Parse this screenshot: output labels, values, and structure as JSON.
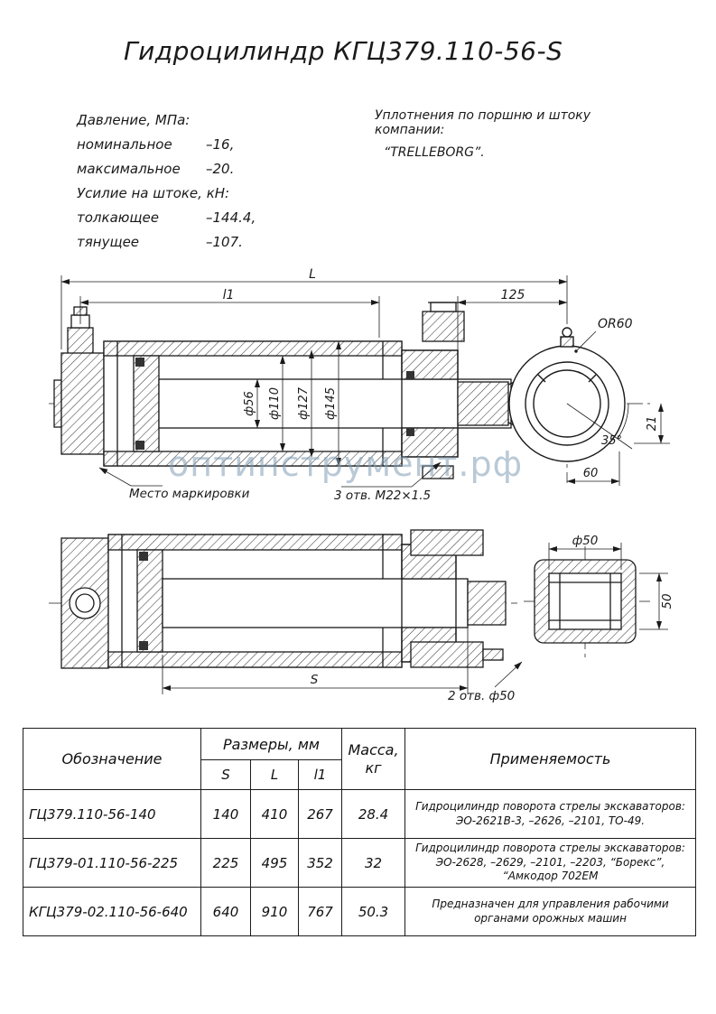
{
  "title": "Гидроцилиндр КГЦ379.110-56-S",
  "specs": {
    "pressure_header": "Давление, МПа:",
    "nominal_label": "номинальное",
    "nominal_value": "–16,",
    "max_label": "максимальное",
    "max_value": "–20.",
    "force_header": "Усилие на штоке, кН:",
    "push_label": "толкающее",
    "push_value": "–144.4,",
    "pull_label": "тянущее",
    "pull_value": "–107."
  },
  "seals": {
    "line1": "Уплотнения по поршню и штоку компании:",
    "line2": "“TRELLEBORG”."
  },
  "watermark": "оптинструмент.рф",
  "drawing_top": {
    "dim_L": "L",
    "dim_l1": "l1",
    "dim_125": "125",
    "dim_or60": "OR60",
    "dim_d56": "ф56",
    "dim_d110": "ф110",
    "dim_d127": "ф127",
    "dim_d145": "ф145",
    "dim_21": "21",
    "dim_35deg": "35°",
    "dim_60": "60",
    "note_marking": "Место маркировки",
    "note_holes": "3 отв. М22×1.5"
  },
  "drawing_bottom": {
    "dim_d50": "ф50",
    "dim_50": "50",
    "dim_S": "S",
    "note_holes": "2 отв. ф50"
  },
  "table": {
    "header": {
      "designation": "Обозначение",
      "dimensions": "Размеры, мм",
      "s": "S",
      "l": "L",
      "l1": "l1",
      "mass_line1": "Масса,",
      "mass_line2": "кг",
      "application": "Применяемость"
    },
    "rows": [
      {
        "designation": "ГЦ379.110-56-140",
        "s": "140",
        "l": "410",
        "l1": "267",
        "mass": "28.4",
        "application": "Гидроцилиндр поворота стрелы экскаваторов: ЭО-2621В-3, –2626, –2101, ТО-49."
      },
      {
        "designation": "ГЦ379-01.110-56-225",
        "s": "225",
        "l": "495",
        "l1": "352",
        "mass": "32",
        "application": "Гидроцилиндр поворота стрелы экскаваторов: ЭО-2628, –2629, –2101, –2203, “Борекс”, “Амкодор 702ЕМ"
      },
      {
        "designation": "КГЦ379-02.110-56-640",
        "s": "640",
        "l": "910",
        "l1": "767",
        "mass": "50.3",
        "application": "Предназначен для управления рабочими органами орожных машин"
      }
    ]
  }
}
